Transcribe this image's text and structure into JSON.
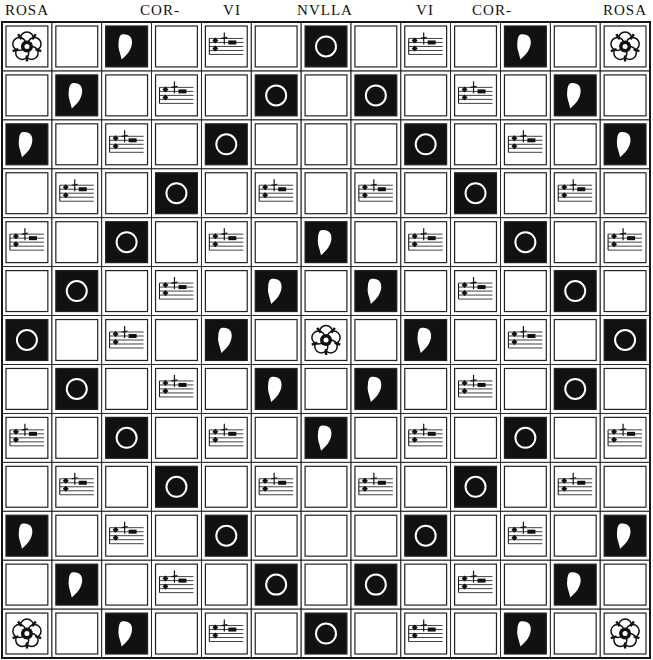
{
  "diagram": {
    "labels": [
      "ROSA",
      "COR-",
      "VI",
      "NVLLA",
      "VI",
      "COR-",
      "ROSA"
    ]
  }
}
